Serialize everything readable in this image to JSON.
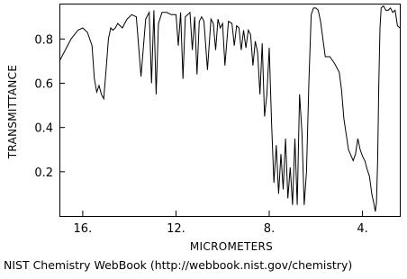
{
  "chart_data": {
    "type": "line",
    "xlabel": "MICROMETERS",
    "ylabel": "TRANSMITTANCE",
    "xlim": [
      17.0,
      2.4
    ],
    "ylim": [
      0.0,
      0.96
    ],
    "xticks": [
      16,
      12,
      8,
      4
    ],
    "xtick_labels": [
      "16.",
      "12.",
      "8.",
      "4."
    ],
    "yticks": [
      0.2,
      0.4,
      0.6,
      0.8
    ],
    "ytick_labels": [
      "0.2",
      "0.4",
      "0.6",
      "0.8"
    ],
    "grid": false,
    "series": [
      {
        "x": [
          17.0,
          16.8,
          16.5,
          16.2,
          16.0,
          15.8,
          15.6,
          15.5,
          15.4,
          15.3,
          15.2,
          15.1,
          15.0,
          14.9,
          14.8,
          14.7,
          14.6,
          14.5,
          14.3,
          14.1,
          13.9,
          13.7,
          13.5,
          13.3,
          13.15,
          13.05,
          12.95,
          12.85,
          12.75,
          12.6,
          12.4,
          12.2,
          12.0,
          11.9,
          11.8,
          11.7,
          11.6,
          11.4,
          11.3,
          11.2,
          11.1,
          11.0,
          10.9,
          10.8,
          10.65,
          10.5,
          10.4,
          10.3,
          10.2,
          10.1,
          10.0,
          9.9,
          9.75,
          9.6,
          9.5,
          9.4,
          9.3,
          9.2,
          9.1,
          9.0,
          8.9,
          8.8,
          8.7,
          8.6,
          8.5,
          8.4,
          8.3,
          8.2,
          8.1,
          8.0,
          7.9,
          7.8,
          7.7,
          7.6,
          7.5,
          7.4,
          7.3,
          7.2,
          7.1,
          7.0,
          6.9,
          6.8,
          6.7,
          6.6,
          6.5,
          6.4,
          6.3,
          6.2,
          6.1,
          6.0,
          5.9,
          5.8,
          5.6,
          5.4,
          5.2,
          5.0,
          4.9,
          4.8,
          4.6,
          4.4,
          4.3,
          4.2,
          4.1,
          4.0,
          3.9,
          3.8,
          3.7,
          3.6,
          3.5,
          3.45,
          3.4,
          3.35,
          3.3,
          3.25,
          3.2,
          3.1,
          3.0,
          2.9,
          2.8,
          2.7,
          2.6,
          2.5,
          2.4
        ],
        "y": [
          0.7,
          0.74,
          0.8,
          0.84,
          0.85,
          0.83,
          0.77,
          0.62,
          0.56,
          0.59,
          0.55,
          0.53,
          0.66,
          0.8,
          0.85,
          0.84,
          0.85,
          0.87,
          0.85,
          0.89,
          0.91,
          0.9,
          0.63,
          0.89,
          0.92,
          0.6,
          0.93,
          0.55,
          0.87,
          0.92,
          0.92,
          0.91,
          0.91,
          0.77,
          0.92,
          0.62,
          0.9,
          0.92,
          0.75,
          0.9,
          0.64,
          0.88,
          0.9,
          0.88,
          0.66,
          0.89,
          0.87,
          0.75,
          0.89,
          0.85,
          0.87,
          0.68,
          0.88,
          0.87,
          0.77,
          0.86,
          0.85,
          0.75,
          0.84,
          0.76,
          0.84,
          0.82,
          0.68,
          0.79,
          0.74,
          0.55,
          0.78,
          0.45,
          0.55,
          0.76,
          0.42,
          0.15,
          0.32,
          0.1,
          0.28,
          0.12,
          0.35,
          0.08,
          0.22,
          0.05,
          0.35,
          0.05,
          0.55,
          0.38,
          0.05,
          0.2,
          0.6,
          0.91,
          0.94,
          0.94,
          0.93,
          0.88,
          0.72,
          0.72,
          0.69,
          0.65,
          0.57,
          0.44,
          0.3,
          0.25,
          0.28,
          0.35,
          0.3,
          0.27,
          0.25,
          0.21,
          0.18,
          0.1,
          0.05,
          0.02,
          0.06,
          0.25,
          0.6,
          0.85,
          0.94,
          0.95,
          0.93,
          0.93,
          0.94,
          0.92,
          0.93,
          0.86,
          0.85
        ]
      }
    ]
  },
  "footer": {
    "credit": "NIST Chemistry WebBook (http://webbook.nist.gov/chemistry)"
  }
}
